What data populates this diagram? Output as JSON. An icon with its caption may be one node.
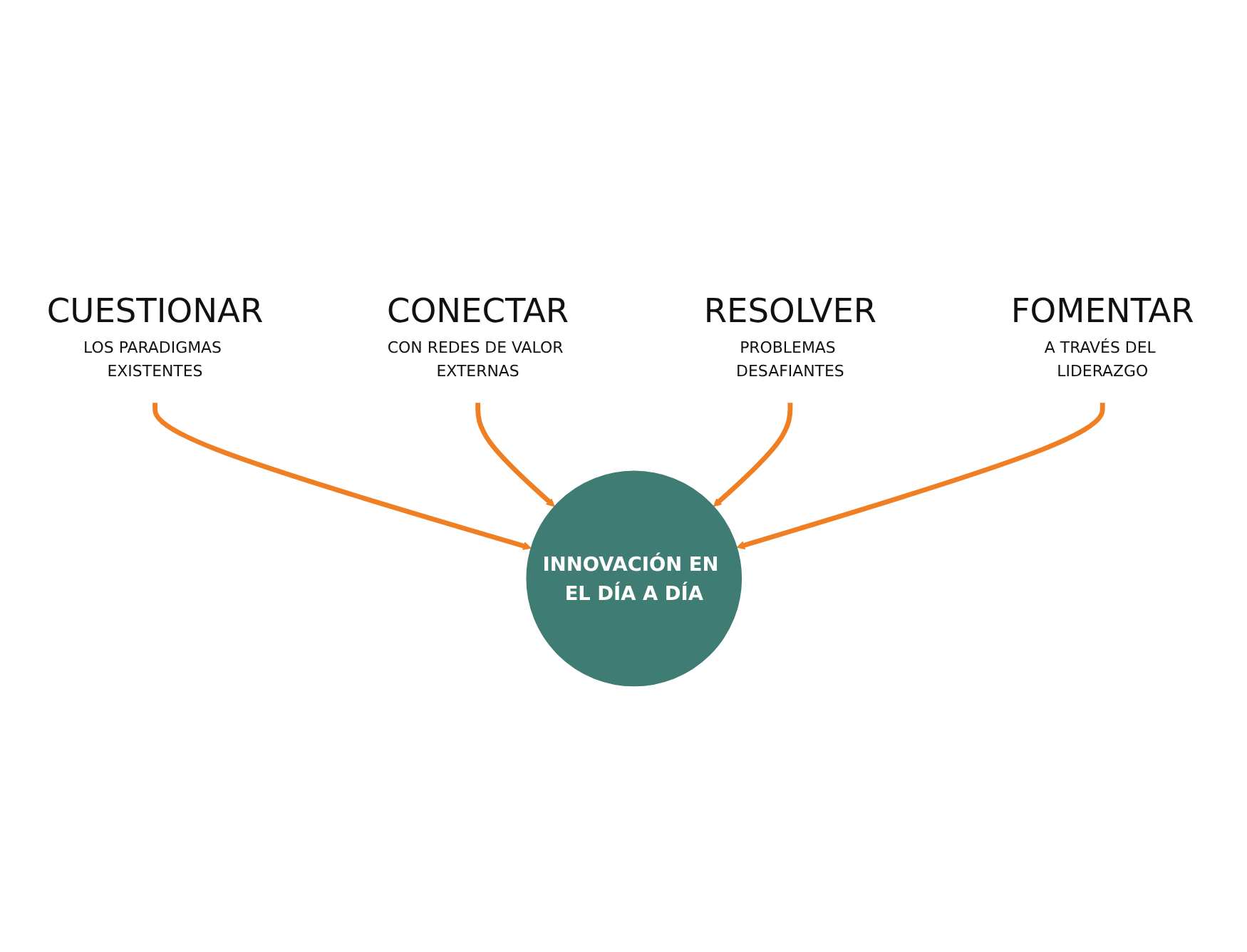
{
  "diagram": {
    "nodes": [
      {
        "text": [
          "INNOVACIÓN EN EL DÍA A DÍA"
        ]
      },
      {
        "text": [
          "CUESTIONAR",
          "LOS PARADIGMAS EXISTENTES"
        ]
      },
      {
        "text": [
          "CONECTAR",
          "CON REDES DE VALOR EXTERNAS"
        ]
      },
      {
        "text": [
          "RESOLVER",
          "PROBLEMAS DESAFIANTES"
        ]
      },
      {
        "text": [
          "FOMENTAR",
          "A TRAVÉS DEL LIDERAZGO"
        ]
      }
    ],
    "edges": [
      {
        "from": 1,
        "to": 0,
        "arrow": "to"
      },
      {
        "from": 2,
        "to": 0,
        "arrow": "to"
      },
      {
        "from": 3,
        "to": 0,
        "arrow": "to"
      },
      {
        "from": 4,
        "to": 0,
        "arrow": "to"
      }
    ]
  }
}
